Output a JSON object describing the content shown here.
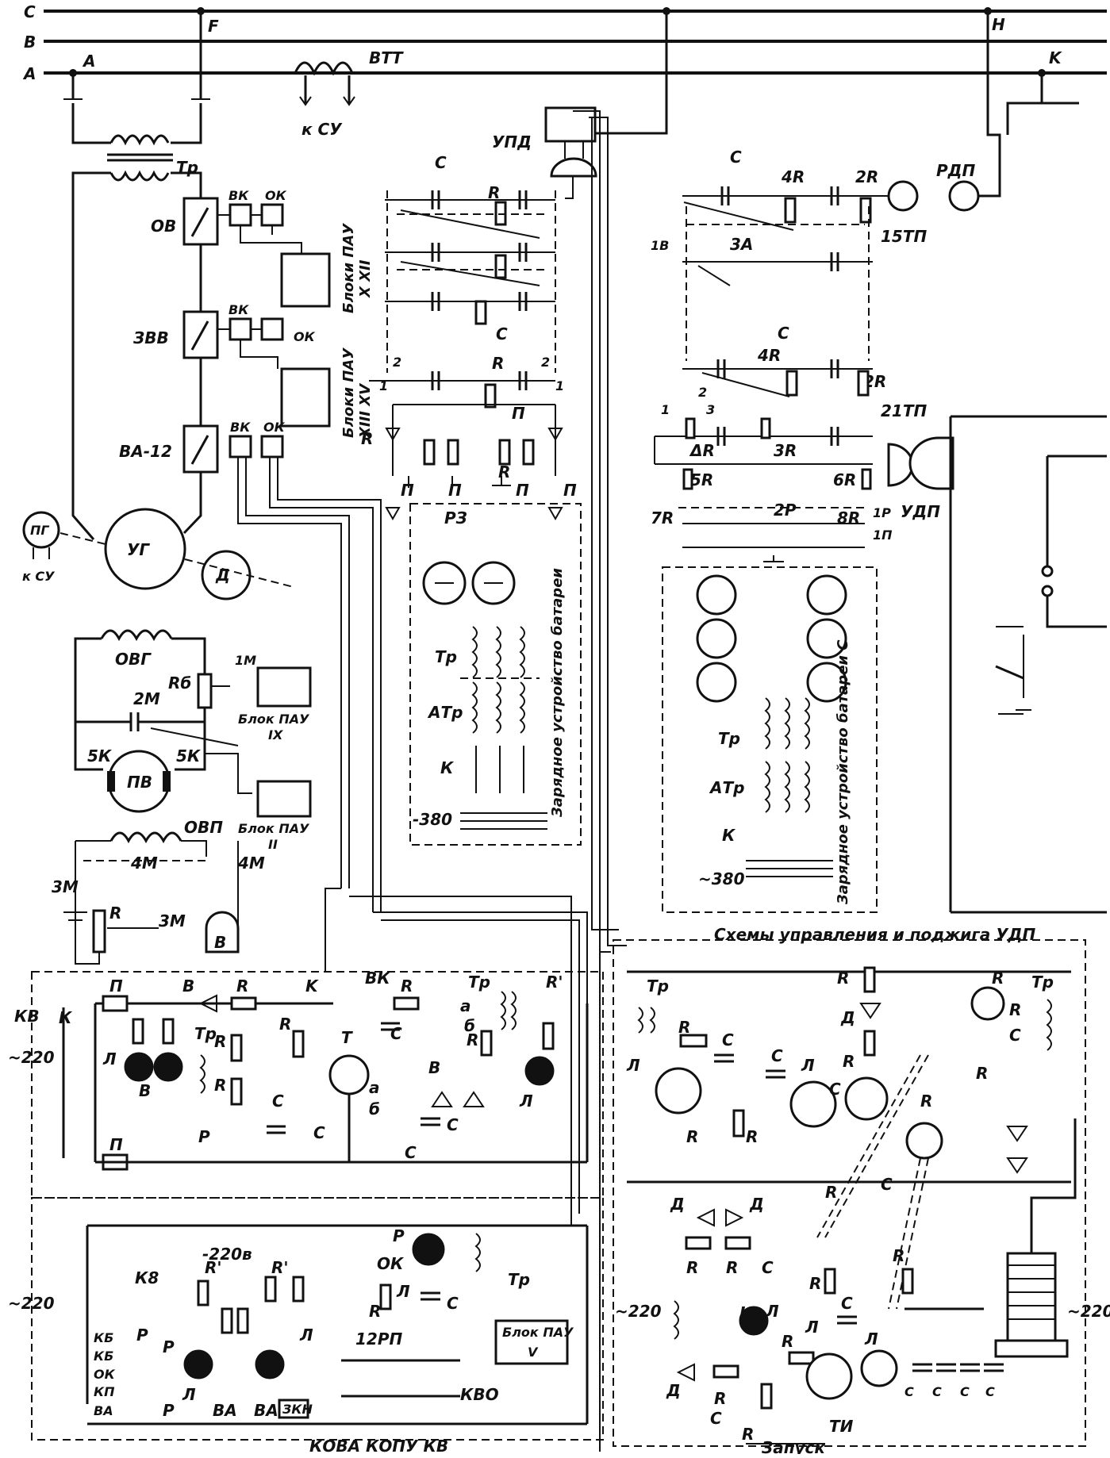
{
  "buses": [
    "C",
    "B",
    "A"
  ],
  "bus_taps": [
    "F",
    "H",
    "K"
  ],
  "top_labels": {
    "a": "A",
    "vtt": "ВТТ",
    "k_su_top": "к СУ",
    "tr": "Тр",
    "upd1": "УПД",
    "rdp": "РДП",
    "c2_top": "C",
    "c4_top": "C",
    "r6_top": "R"
  },
  "left": {
    "ov": "ОВ",
    "zvv": "ЗВВ",
    "va12": "ВА-12",
    "vk": "ВК",
    "ok": "ОК",
    "bloki1": "Блоки ПАУ",
    "bloki1b": "X XII",
    "bloki2": "Блоки ПАУ",
    "bloki2b": "XIII XV",
    "pg": "ПГ",
    "k_su": "к СУ",
    "ug": "УГ",
    "d": "Д",
    "ovg": "ОВГ",
    "rb": "Rб",
    "m1": "1М",
    "m2": "2М",
    "k5a": "5К",
    "k5b": "5К",
    "blok9": "Блок ПАУ",
    "blok9b": "IX",
    "pv": "ПВ",
    "blok2": "Блок ПАУ",
    "blok2b": "II",
    "ovp": "ОВП",
    "m4a": "4М",
    "m4b": "4М",
    "m3a": "3М",
    "m3b": "3М",
    "r": "R",
    "v": "В"
  },
  "center": {
    "c4a": "C",
    "c4b": "C",
    "r8": "R",
    "r3": "R",
    "r3b": "R",
    "p1": "П",
    "p2": "П",
    "p3": "П",
    "p3b": "П",
    "p4": "П",
    "n1": "1",
    "n2": "2",
    "n3": "3",
    "rz": "РЗ",
    "tr": "Тр",
    "atr": "АТр",
    "k1": "К",
    "v380": "-380",
    "charger1": "Зарядное устройство батареи"
  },
  "right": {
    "c2a": "C",
    "c2b": "C",
    "r4a": "4R",
    "r2a": "2R",
    "r4b": "4R",
    "r2b": "2R",
    "tp15": "15ТП",
    "tp21": "21ТП",
    "a3": "3А",
    "n18": "1В",
    "r_a": "ΔR",
    "r3": "3R",
    "r5": "5R",
    "r6": "6R",
    "r7": "7R",
    "r8": "8R",
    "p2": "2Р",
    "p1": "1Р",
    "p1n": "1П",
    "upd2": "УДП",
    "tr": "Тр",
    "atr": "АТр",
    "k2": "К",
    "v380": "~380",
    "charger2": "Зарядное устройство батареи C"
  },
  "control": {
    "title": "Схемы управления и поджига УДП",
    "kv": "КВ",
    "k1": "К",
    "v220": "~220",
    "p": "П",
    "b": "B",
    "r1": "R",
    "k2": "K",
    "vk": "ВК",
    "r5": "R",
    "tr3": "Тр",
    "rp": "R'",
    "l3": "Л",
    "tr1": "Тр",
    "r2": "R",
    "r3": "R",
    "c": "C",
    "r4": "R",
    "t": "Т",
    "c2": "C",
    "b1": "B",
    "r6": "R",
    "c3": "C",
    "c4": "C",
    "c1": "C",
    "l10": "Л",
    "a": "а",
    "bb": "б",
    "p1": "P"
  },
  "lower_left": {
    "v220": "~220",
    "v220b": "-220в",
    "kb1": "КБ",
    "kb2": "КБ",
    "ok": "ОК",
    "kp": "КП",
    "va": "ВА",
    "k8": "К8",
    "p2": "P",
    "p4": "P",
    "l5": "Л",
    "l6": "Л",
    "zkn": "ЗКН",
    "rp": "R'",
    "p2b": "P",
    "l9": "Л",
    "r7": "R",
    "c5": "C",
    "tr2": "Тр",
    "rp12": "12РП",
    "blok5": "Блок ПАУ",
    "blok5b": "V",
    "kvo": "КВО",
    "bottom": "КОВА  КОПУ  КВ"
  },
  "lower_right": {
    "tr4": "Тр",
    "r13": "R",
    "c9": "C",
    "c8": "C",
    "l2": "Л",
    "l5": "Л",
    "r14": "R",
    "r15": "R",
    "r5": "R",
    "d": "Д",
    "r8": "R",
    "c4": "C",
    "r10": "R",
    "tr6": "Тр",
    "r11": "R",
    "c7": "C",
    "r12": "R",
    "r3": "R",
    "r6": "R",
    "r2": "R",
    "c3": "C",
    "d2": "Д",
    "d3": "Д",
    "r4": "R",
    "c2": "C",
    "k": "К",
    "l": "Л",
    "l1": "Л",
    "r3b": "R",
    "r1": "R",
    "c1": "C",
    "ti": "ТИ",
    "r7": "R",
    "l3": "Л",
    "c4b": "C",
    "c5": "C",
    "c8b": "C",
    "v220": "~220",
    "v220r": "~220",
    "zapusk": "Запуск"
  }
}
